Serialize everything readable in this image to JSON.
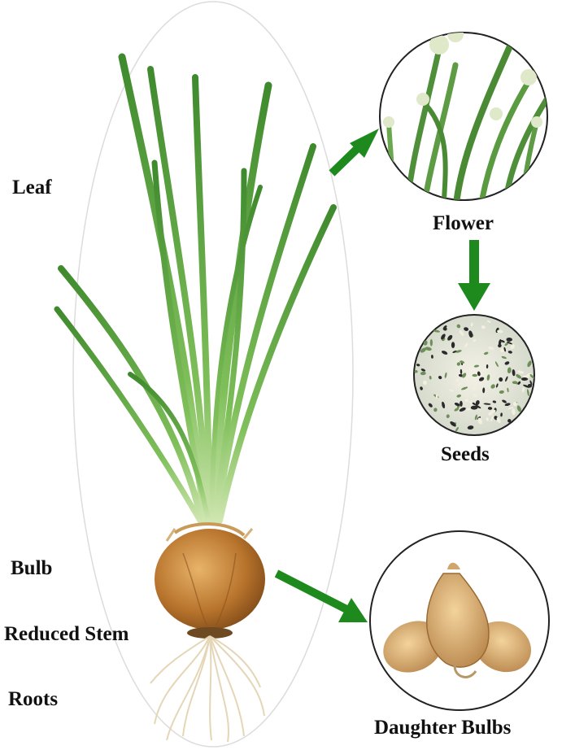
{
  "labels": {
    "leaf": "Leaf",
    "bulb": "Bulb",
    "reduced_stem": "Reduced Stem",
    "roots": "Roots",
    "flower": "Flower",
    "seeds": "Seeds",
    "daughter_bulbs": "Daughter Bulbs"
  },
  "colors": {
    "arrow": "#1e8a1e",
    "leaf_green": "#4f9a3a",
    "bulb": "#b8742c",
    "roots": "#e9dcc0",
    "outline": "#222222"
  },
  "icons": {
    "flower_image": "onion-flower-umbels",
    "seeds_image": "onion-seed-head",
    "daughter_bulbs_image": "shallot-cluster",
    "plant_image": "green-onion-plant"
  }
}
